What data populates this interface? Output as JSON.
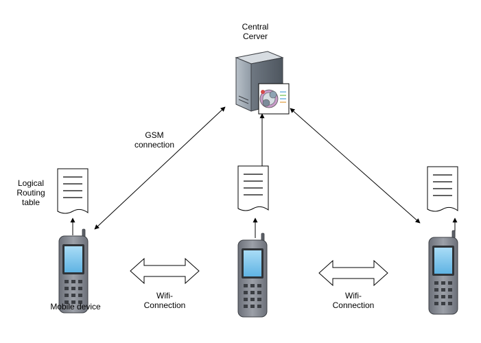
{
  "labels": {
    "server": "Central\nCerver",
    "gsm": "GSM\nconnection",
    "routing_table": "Logical\nRouting\ntable",
    "mobile_device": "Mobile device",
    "wifi_left": "Wifi-\nConnection",
    "wifi_right": "Wifi-\nConnection"
  },
  "icons": {
    "server": "server-icon",
    "document": "document-icon",
    "phone": "mobile-phone-icon"
  },
  "colors": {
    "server_body": "#8e9aa6",
    "phone_body": "#8a8e96",
    "phone_screen": "#7fc4ea",
    "document_fill": "#ffffff"
  }
}
